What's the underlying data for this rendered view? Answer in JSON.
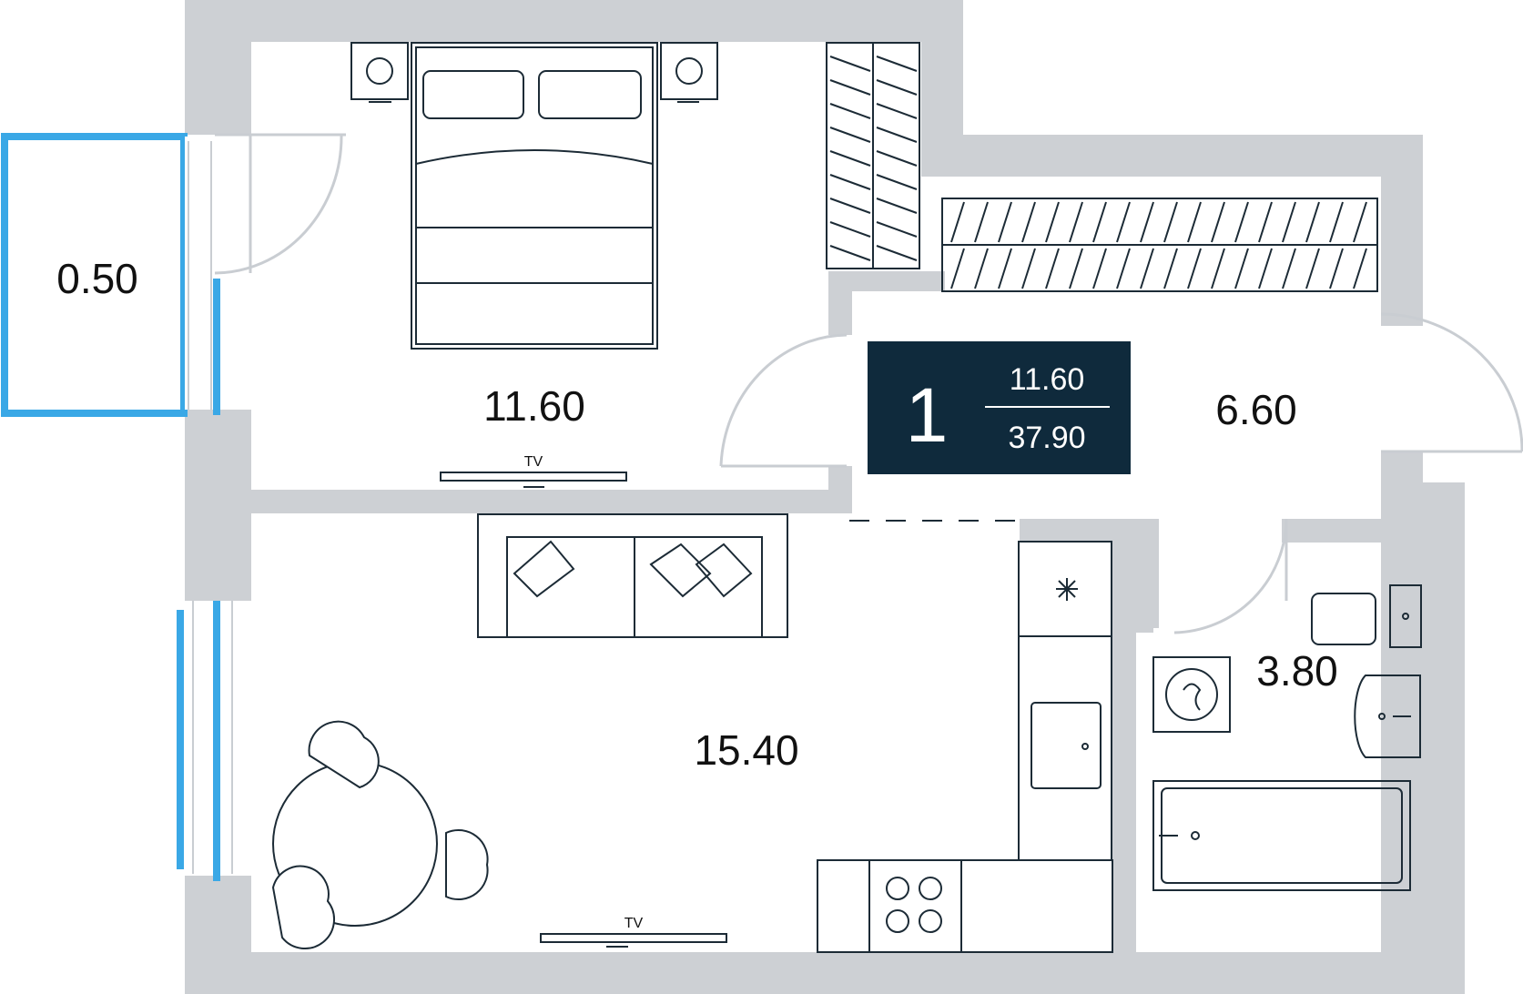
{
  "plan": {
    "rooms": {
      "bedroom_area": "11.60",
      "living_area": "15.40",
      "hall_area": "6.60",
      "bath_area": "3.80",
      "balcony_area": "0.50"
    },
    "badge": {
      "rooms_count": "1",
      "living_area": "11.60",
      "total_area": "37.90"
    },
    "labels": {
      "tv_bedroom": "TV",
      "tv_living": "TV"
    },
    "colors": {
      "wall": "#cdd0d4",
      "window": "#3aa8e6",
      "badge_bg": "#0f2a3c",
      "line": "#1c2b36"
    }
  }
}
